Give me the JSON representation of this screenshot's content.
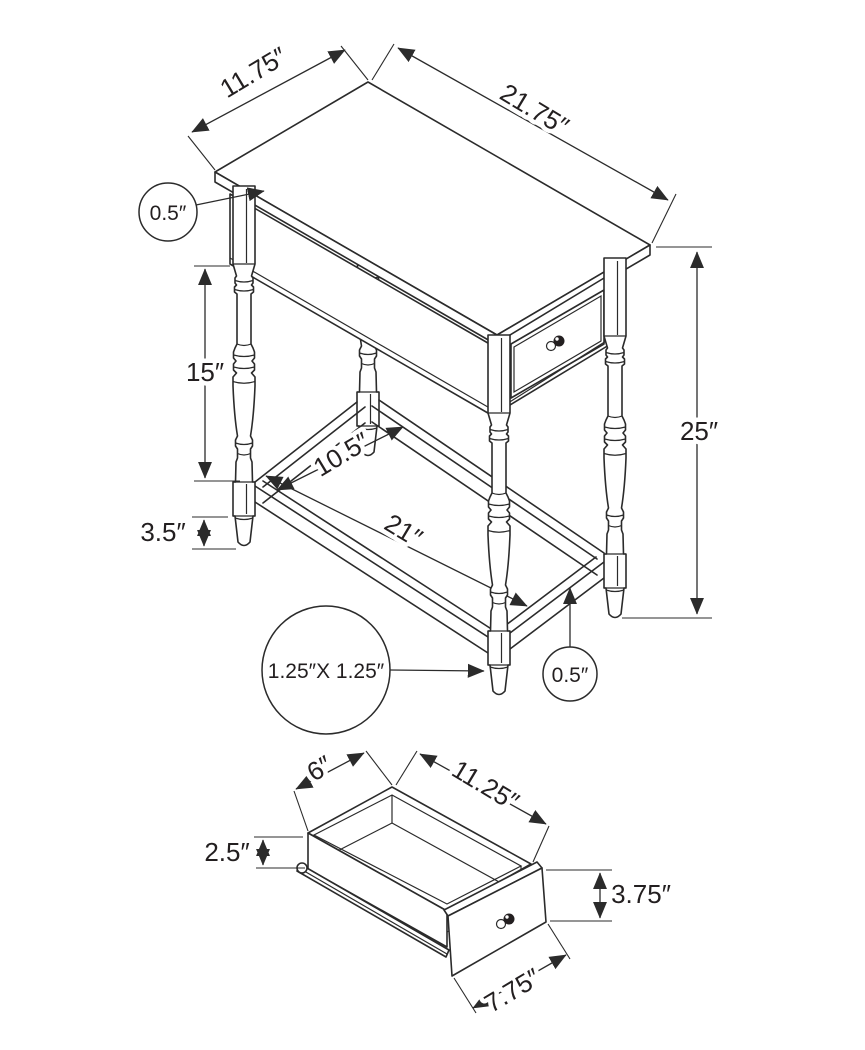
{
  "page": {
    "background_color": "#ffffff",
    "line_color": "#2b2b2b",
    "text_color": "#231f20",
    "description": "Furniture dimension line diagram: accent side table with drawer, two isometric views"
  },
  "table_view": {
    "top_depth": "11.75″",
    "top_width": "21.75″",
    "top_thickness": "0.5″",
    "leg_turned_height": "15″",
    "foot_height": "3.5″",
    "shelf_depth": "10.5″",
    "shelf_length": "21″",
    "overall_height": "25″",
    "leg_post_size": "1.25″X 1.25″",
    "shelf_thickness": "0.5″"
  },
  "drawer_view": {
    "inner_depth": "6″",
    "inner_length": "11.25″",
    "side_height": "2.5″",
    "front_height": "3.75″",
    "front_width": "7.75″"
  }
}
